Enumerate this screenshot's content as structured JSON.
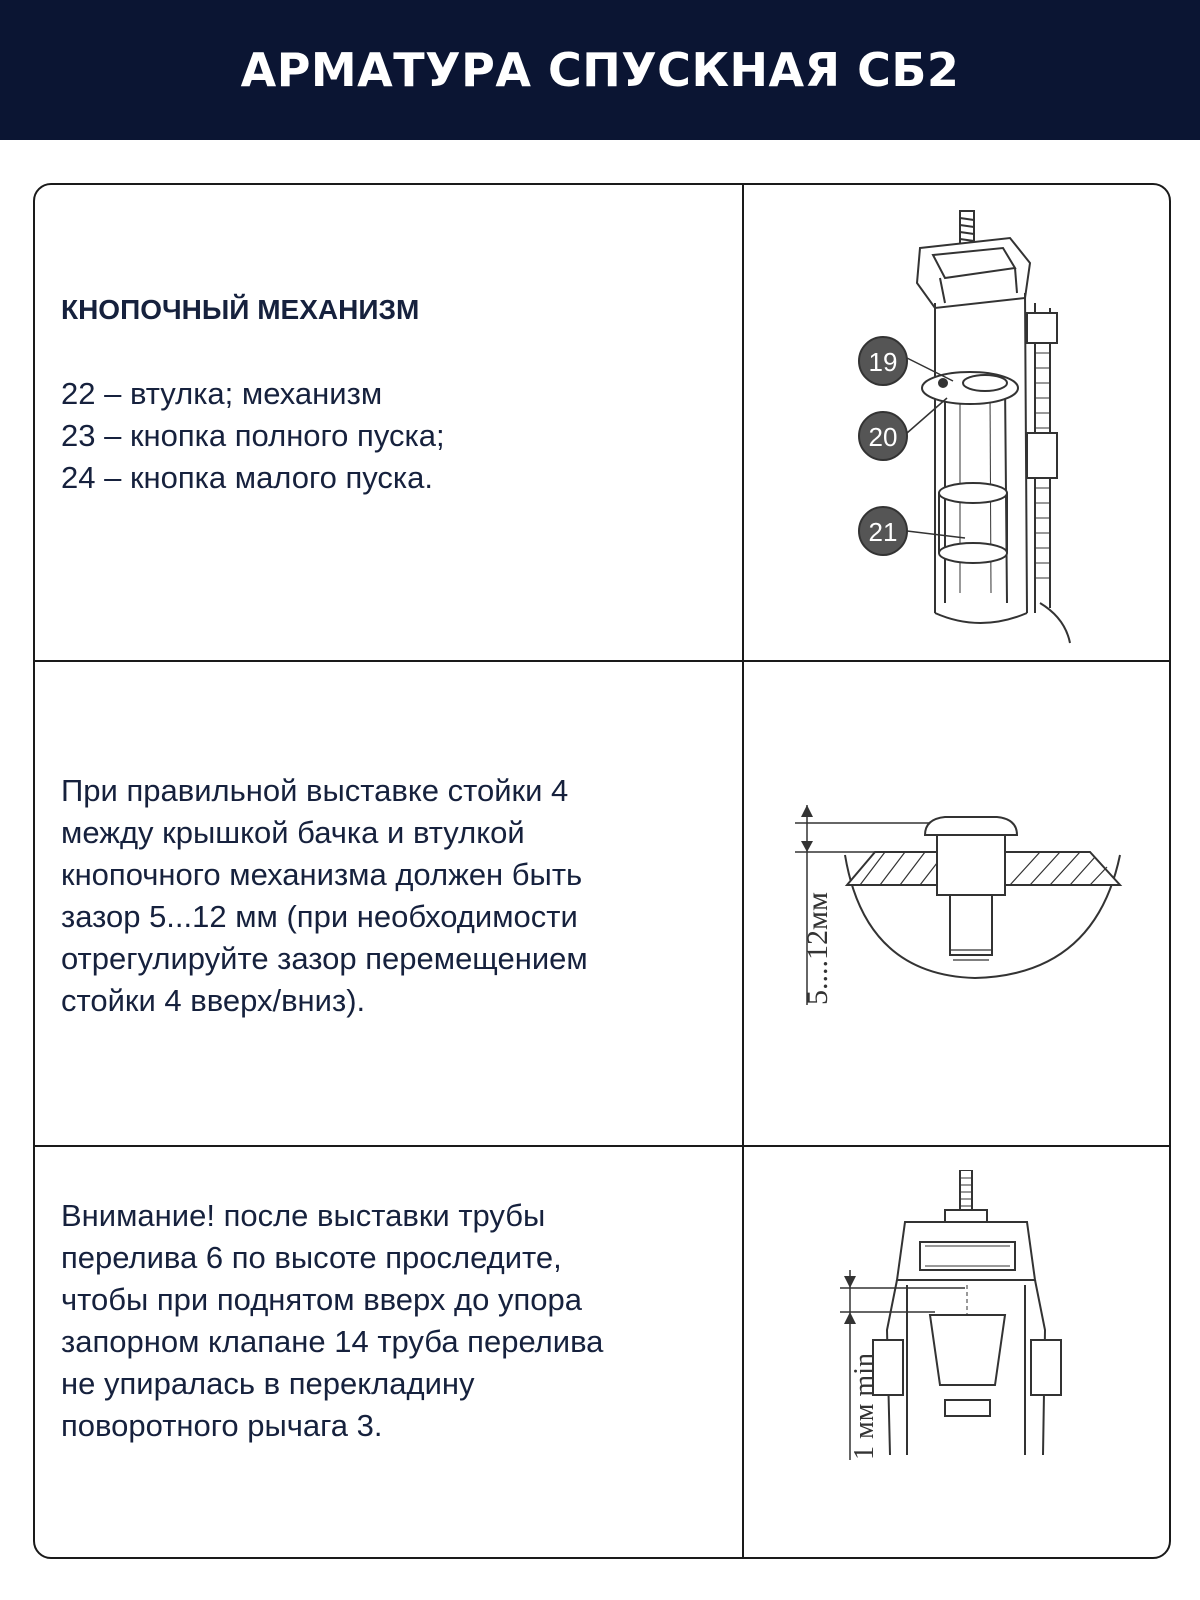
{
  "header": {
    "title": "АРМАТУРА СПУСКНАЯ СБ2"
  },
  "row1": {
    "title": "КНОПОЧНЫЙ МЕХАНИЗМ",
    "lines": [
      "22 – втулка; механизм",
      "23 – кнопка полного пуска;",
      "24 – кнопка малого пуска."
    ],
    "callouts": [
      "19",
      "20",
      "21"
    ]
  },
  "row2": {
    "lines": [
      "При правильной выставке стойки 4",
      "между крышкой бачка и втулкой",
      "кнопочного механизма должен быть",
      "зазор 5...12 мм  (при необходимости",
      "отрегулируйте зазор перемещением",
      "стойки 4 вверх/вниз)."
    ],
    "dimension_label": "5....12мм"
  },
  "row3": {
    "lines": [
      "Внимание! после выставки трубы",
      "перелива 6 по высоте проследите,",
      "чтобы при поднятом вверх до упора",
      "запорном клапане 14 труба перелива",
      " не упиралась в перекладину",
      "поворотного рычага 3."
    ],
    "dimension_label": "1 мм min"
  }
}
